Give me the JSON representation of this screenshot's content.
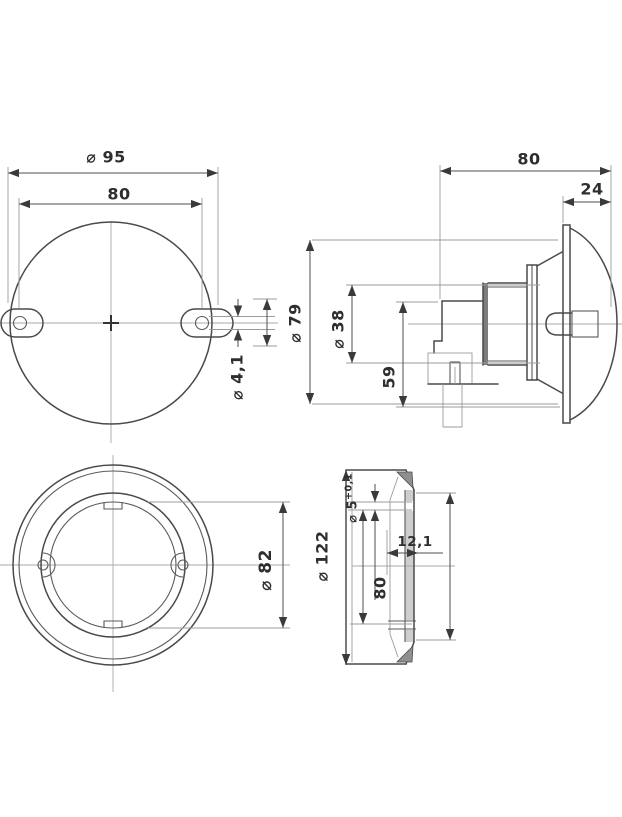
{
  "figure": {
    "colors": {
      "line": "#4a4a4a",
      "background": "#ffffff",
      "text": "#2e2e2e"
    },
    "views": {
      "lamp_front": {
        "dims": {
          "outer_diameter": "⌀ 95",
          "mount_hole_spacing": "80",
          "mount_hole_diameter": "⌀ 4,1"
        }
      },
      "lamp_side": {
        "dims": {
          "overall_depth": "80",
          "lens_depth": "24",
          "flange_diameter": "⌀ 79",
          "body_diameter": "⌀ 38",
          "bracket_height": "59"
        }
      },
      "bezel_front": {
        "dims": {
          "inner_diameter": "⌀ 82"
        }
      },
      "bezel_section": {
        "dims": {
          "outer_diameter": "⌀ 122",
          "hole_diameter": "⌀ 5",
          "hole_tolerance": "+0,1",
          "hole_offset": "12,1",
          "hole_spacing": "80"
        }
      }
    }
  }
}
